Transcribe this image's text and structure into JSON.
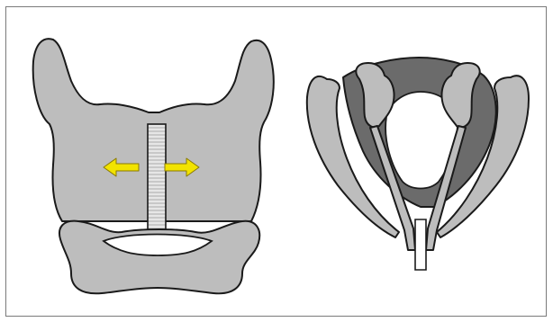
{
  "figure": {
    "colors": {
      "cartilage": "#bdbdbd",
      "cartilage_dark": "#6b6b6b",
      "outline": "#1a1a1a",
      "arrow": "#f2e300",
      "arrow_outline": "#8a7a00",
      "suture": "#e6e6e6",
      "background": "#ffffff",
      "frame": "#7a7a7a"
    },
    "panels": [
      {
        "name": "front-view",
        "arrows": 2
      },
      {
        "name": "top-view"
      }
    ]
  }
}
